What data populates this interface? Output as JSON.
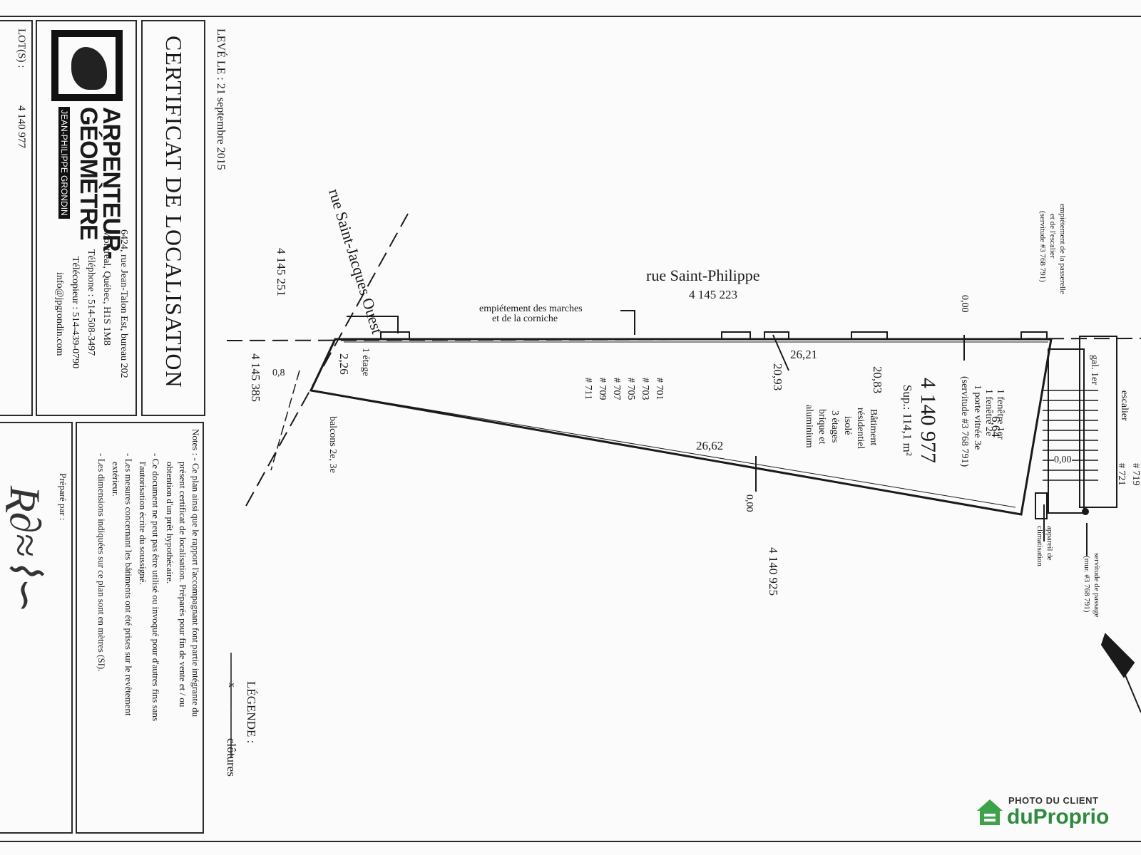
{
  "title_block": {
    "lot_label": "LOT(S) :",
    "lot_value": "4 140 977",
    "brand_line1": "ARPENTEUR-",
    "brand_line2": "GÉOMÈTRE",
    "brand_sub": "JEAN-PHILIPPE GRONDIN",
    "address_line1": "6424, rue Jean-Talon Est, bureau 202",
    "address_line2": "Montréal, Québec, H1S 1M8",
    "address_line3": "Téléphone : 514-508-3497",
    "address_line4": "Télécopieur : 514-439-0790",
    "address_line5": "info@jpgrondin.com",
    "certificate_title": "CERTIFICAT DE LOCALISATION",
    "survey_date": "LEVÉ LE : 21 septembre 2015"
  },
  "notes": {
    "line1": "Notes : - Ce plan ainsi que le rapport l'accompagnant font partie intégrante du",
    "line2": "présent certificat de localisation. Préparés pour fin de vente et / ou",
    "line3": "obtention d'un prêt hypothécaire.",
    "line4": "- Ce document ne peut pas être utilisé ou invoqué pour d'autres fins sans",
    "line5": "l'autorisation écrite du soussigné.",
    "line6": "- Les mesures concernant les bâtiments ont été prises sur le revêtement",
    "line7": "extérieur.",
    "line8": "- Les dimensions indiquées sur ce plan sont en mètres (SI)."
  },
  "signature": {
    "prepared_by": "Préparé par :"
  },
  "legend": {
    "title": "LÉGENDE :",
    "fence_symbol": "——x——",
    "fence_label": "clôtures"
  },
  "plan": {
    "street_north": "rue Saint-Philippe",
    "street_north_lot": "4 145 223",
    "street_west": "rue Saint-Jacques Ouest",
    "lot_west_1": "4 145 251",
    "lot_west_2": "4 145 385",
    "lot_south": "4 140 925",
    "lot_main": "4 140 977",
    "lot_area": "Sup.: 114,1 m²",
    "encroach_steps_1": "empiétement des marches",
    "encroach_steps_2": "et de la corniche",
    "dim_north": "26,21",
    "dim_south": "26,62",
    "dim_west": "2,26",
    "dim_east": "6,64",
    "dim_bldg_1": "20,93",
    "dim_bldg_2": "20,83",
    "dim_zero_1": "0,00",
    "dim_zero_2": "0,00",
    "dim_zero_3": "0,00",
    "dim_corner": "0,8",
    "addr_701": "# 701",
    "addr_703": "# 703",
    "addr_705": "# 705",
    "addr_707": "# 707",
    "addr_709": "# 709",
    "addr_711": "# 711",
    "addr_719": "# 719",
    "addr_721": "# 721",
    "building_1": "Bâtiment",
    "building_2": "résidentiel",
    "building_3": "isolé",
    "building_4": "3 étages",
    "building_5": "brique et",
    "building_6": "aluminium",
    "floor_label_1": "1 étage",
    "balconies": "balcons 2e, 3e",
    "windows_1": "1 fenêtre 1er",
    "windows_2": "1 fenêtre 2e",
    "windows_3": "1 porte vitrée 3e",
    "windows_4": "(servitude #3 768 791)",
    "encroach_walk_1": "empiétement de la passerelle",
    "encroach_walk_2": "et de l'escalier",
    "encroach_walk_3": "(servitude #3 768 791)",
    "gal": "gal. 1er",
    "stairs": "escalier",
    "ac_unit_1": "appareil de",
    "ac_unit_2": "climatisation",
    "servitude_1": "servitude de passage",
    "servitude_2": "(mur. #3 768 791)"
  },
  "watermark": {
    "top": "PHOTO DU CLIENT",
    "brand": "duProprio",
    "brand_color": "#2d8a3e"
  }
}
